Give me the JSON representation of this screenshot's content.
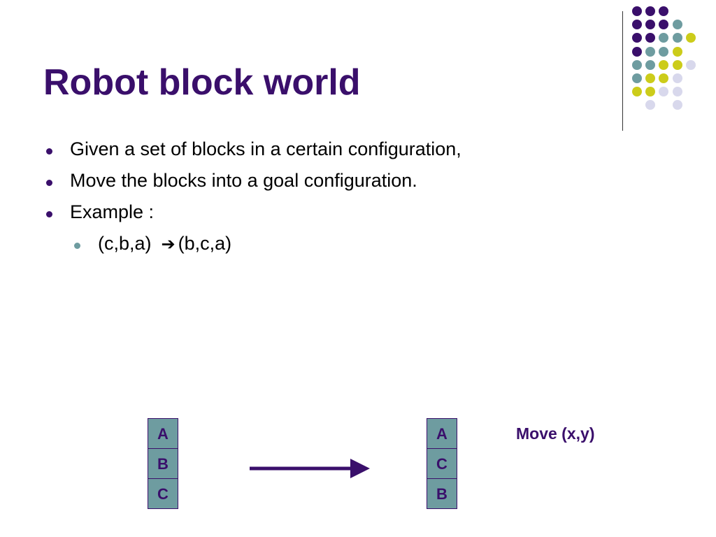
{
  "slide": {
    "title": "Robot block world",
    "bullets": [
      {
        "text": "Given a set of blocks in a certain configuration,",
        "level": 1
      },
      {
        "text": "Move the blocks into a goal configuration.",
        "level": 1
      },
      {
        "text": "Example :",
        "level": 1
      }
    ],
    "sub_bullet": {
      "before": "(c,b,a)",
      "arrow_icon": "right-arrow",
      "arrow_glyph": "➔",
      "after": "(b,c,a)"
    }
  },
  "diagram": {
    "initial_stack": [
      "A",
      "B",
      "C"
    ],
    "goal_stack": [
      "A",
      "C",
      "B"
    ],
    "action_label": "Move (x,y)"
  },
  "colors": {
    "title": "#3a0f6b",
    "purple": "#3a0f6b",
    "teal": "#6e9ca0",
    "yellow": "#cccc1a",
    "lavender": "#d8d8ec",
    "block_fill": "#6e9ca0"
  }
}
